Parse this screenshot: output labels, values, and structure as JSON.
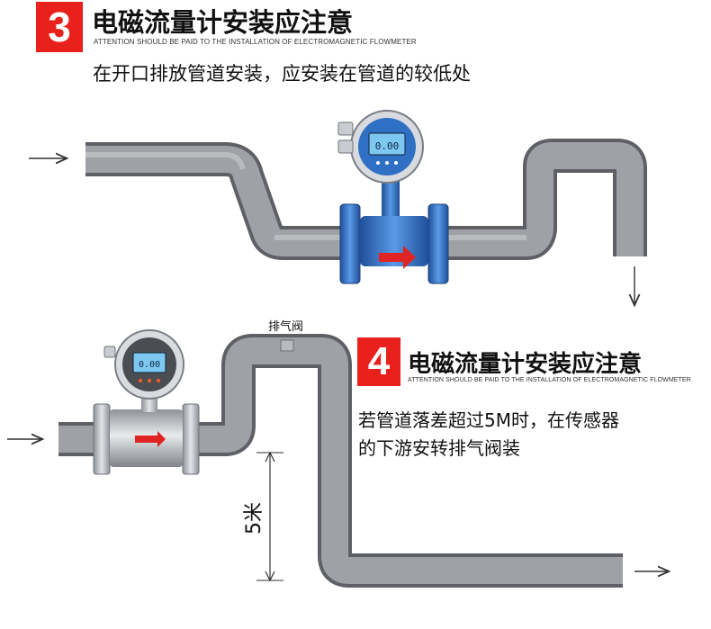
{
  "section1": {
    "number": "3",
    "title": "电磁流量计安装应注意",
    "subtitle": "ATTENTION SHOULD BE PAID TO THE INSTALLATION OF ELECTROMAGNETIC FLOWMETER",
    "note": "在开口排放管道安装，应安装在管道的较低处",
    "display_value": "0.00"
  },
  "section2": {
    "number": "4",
    "title": "电磁流量计安装应注意",
    "subtitle": "ATTENTION SHOULD BE PAID TO THE INSTALLATION OF ELECTROMAGNETIC FLOWMETER",
    "note_line1": "若管道落差超过5M时，在传感器",
    "note_line2": "的下游安转排气阀装",
    "valve_label": "排气阀",
    "height_label": "5米",
    "display_value": "0.00"
  },
  "colors": {
    "accent_red": "#e8211c",
    "pipe_gray": "#8d8f94",
    "meter_blue": "#2f6fc4",
    "meter_steel": "#a9adb3"
  }
}
